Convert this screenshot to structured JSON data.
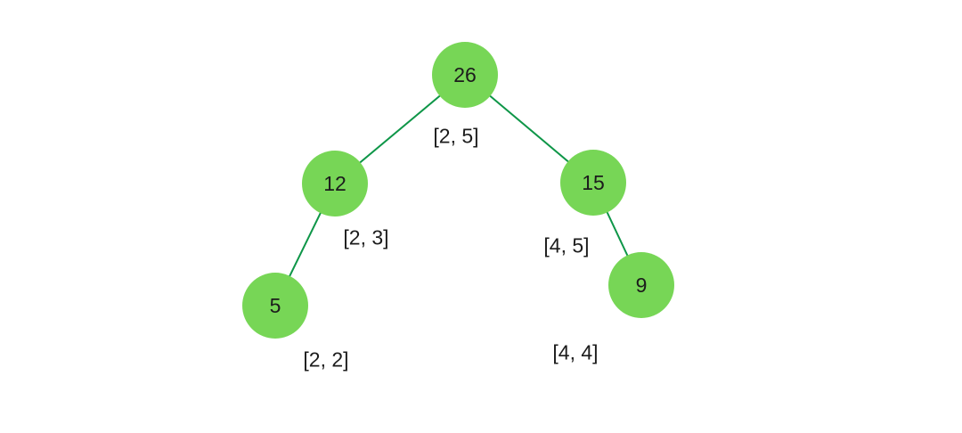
{
  "diagram": {
    "type": "binary-tree",
    "colors": {
      "background": "#ffffff",
      "node_fill": "#77d656",
      "edge_color": "#0e9648",
      "text_color": "#1c1c1c"
    },
    "nodes": [
      {
        "value": "26",
        "range": "[2, 5]"
      },
      {
        "value": "12",
        "range": "[2, 3]"
      },
      {
        "value": "15",
        "range": "[4, 5]"
      },
      {
        "value": "5",
        "range": "[2, 2]"
      },
      {
        "value": "9",
        "range": "[4, 4]"
      }
    ],
    "edges": [
      {
        "from": "26",
        "to": "12"
      },
      {
        "from": "26",
        "to": "15"
      },
      {
        "from": "12",
        "to": "5"
      },
      {
        "from": "15",
        "to": "9"
      }
    ]
  }
}
